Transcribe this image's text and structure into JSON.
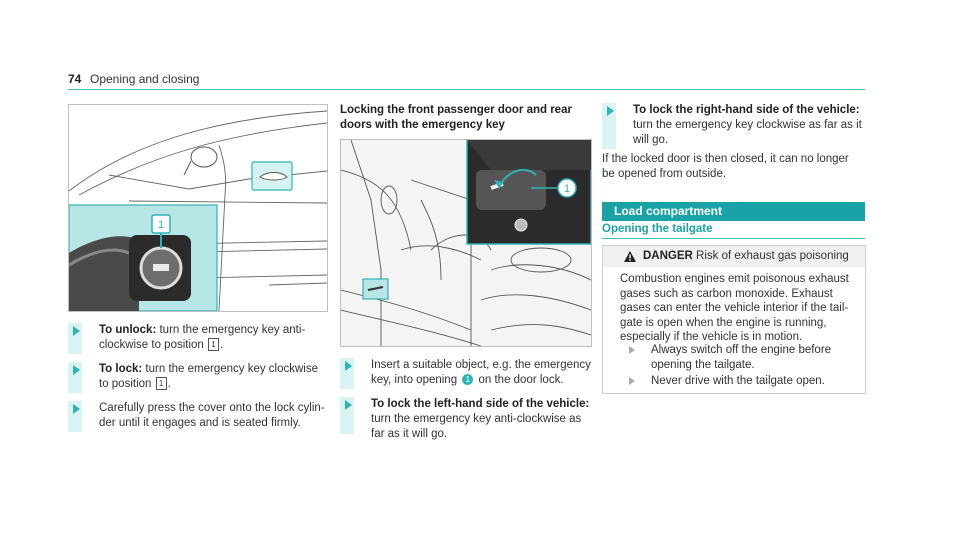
{
  "header": {
    "page_number": "74",
    "section_title": "Opening and closing"
  },
  "figure1": {
    "callout": "1"
  },
  "left_steps": [
    {
      "label": "To unlock:",
      "text_a": " turn the emergency key anti-clockwise to position ",
      "key": "1",
      "text_b": "."
    },
    {
      "label": "To lock:",
      "text_a": " turn the emergency key clockwise to position ",
      "key": "1",
      "text_b": "."
    },
    {
      "label": "",
      "text_a": "Carefully press the cover onto the lock cylin-der until it engages and is seated firmly.",
      "key": "",
      "text_b": ""
    }
  ],
  "middle": {
    "heading": "Locking the front passenger door and rear doors with the emergency key",
    "figure_callout": "1",
    "steps": [
      {
        "label": "",
        "text_a": "Insert a suitable object, e.g. the emergency key, into opening ",
        "num": "1",
        "text_b": " on the door lock."
      },
      {
        "label": "To lock the left-hand side of the vehicle:",
        "text_a": "turn the emergency key anti-clockwise as far as it will go.",
        "num": "",
        "text_b": ""
      }
    ]
  },
  "right": {
    "step": {
      "label": "To lock the right-hand side of the vehicle:",
      "text": "turn the emergency key clockwise as far as it will go."
    },
    "paragraph": "If the locked door is then closed, it can no longer be opened from outside.",
    "section_title": "Load compartment",
    "subsection_title": "Opening the tailgate",
    "danger": {
      "word": "DANGER",
      "title": " Risk of exhaust gas poisoning",
      "body": "Combustion engines emit poisonous exhaust gases such as carbon monoxide. Exhaust gases can enter the vehicle interior if the tail-gate is open when the engine is running, especially if the vehicle is in motion.",
      "steps": [
        "Always switch off the engine before opening the tailgate.",
        "Never drive with the tailgate open."
      ]
    }
  },
  "colors": {
    "accent": "#1aa3a6",
    "highlight": "#b6e6e6"
  }
}
